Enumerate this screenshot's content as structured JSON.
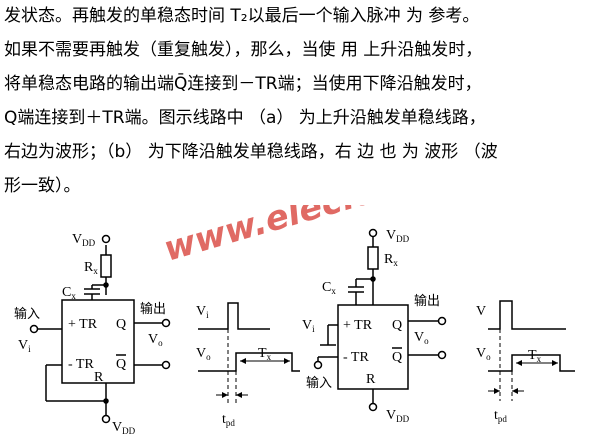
{
  "paragraph": {
    "line1": "发状态。再触发的单稳态时间 T₂以最后一个输入脉冲 为 参考。",
    "line2": "如果不需要再触发（重复触发），那么，当使 用 上升沿触发时，",
    "line3": "将单稳态电路的输出端Q̄连接到－TR端；当使用下降沿触发时，",
    "line4": "Q端连接到＋TR端。图示线路中 （a） 为上升沿触发单稳线路，",
    "line5": "右边为波形；（b） 为下降沿触发单稳线路，右 边 也 为 波形 （波",
    "line6": "形一致）。"
  },
  "watermark": "www.elecfans.com",
  "circuit_a": {
    "vdd_top": "V",
    "vdd_top_sub": "DD",
    "rx": "R",
    "rx_sub": "x",
    "cx": "C",
    "cx_sub": "x",
    "input_label": "输入",
    "vi": "V",
    "vi_sub": "i",
    "pin_ptr": "+ TR",
    "pin_q": "Q",
    "pin_ntr": "- TR",
    "pin_qbar": "Q",
    "pin_r": "R",
    "output_label": "输出",
    "vo": "V",
    "vo_sub": "o",
    "vdd_bottom": "V",
    "vdd_bottom_sub": "DD"
  },
  "wave_a": {
    "vi": "V",
    "vi_sub": "i",
    "vo": "V",
    "vo_sub": "o",
    "tx": "T",
    "tx_sub": "x",
    "tpd": "t",
    "tpd_sub": "pd"
  },
  "circuit_b": {
    "vdd_top": "V",
    "vdd_top_sub": "DD",
    "rx": "R",
    "rx_sub": "x",
    "cx": "C",
    "cx_sub": "x",
    "vi": "V",
    "vi_sub": "i",
    "pin_ptr": "+ TR",
    "pin_q": "Q",
    "pin_ntr": "- TR",
    "pin_qbar": "Q",
    "pin_r": "R",
    "output_label": "输出",
    "input_label": "输入",
    "vo": "V",
    "vo_sub": "o",
    "vdd_bottom": "V",
    "vdd_bottom_sub": "DD"
  },
  "wave_b": {
    "vi": "V",
    "vo": "V",
    "vo_sub": "o",
    "tx": "T",
    "tx_sub": "x",
    "tpd": "t",
    "tpd_sub": "pd"
  }
}
